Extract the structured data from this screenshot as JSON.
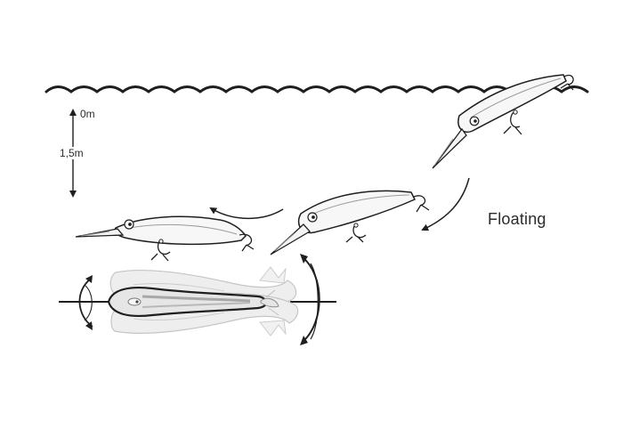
{
  "labels": {
    "depth_top": "0m",
    "depth_bottom": "1,5m",
    "action_type": "Floating"
  },
  "colors": {
    "line": "#1f1f1f",
    "lure_fill": "#f7f7f7",
    "ghost_stroke": "#b7b7b7",
    "ghost_fill": "#e8e8e8",
    "center_body": "#d8d8d8",
    "center_dark": "#9c9c9c"
  },
  "icons": {
    "water": "wave-line",
    "arrow": "curved-arrow",
    "lure": "fishing-lure",
    "roll": "rotation-arrows"
  }
}
